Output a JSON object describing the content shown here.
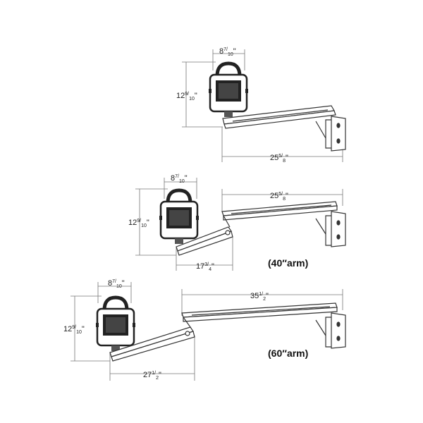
{
  "figures": [
    {
      "width": {
        "whole": "8",
        "num": "7",
        "den": "10",
        "suffix": "\""
      },
      "height": {
        "whole": "12",
        "num": "9",
        "den": "10",
        "suffix": "\""
      },
      "arm_top": {
        "whole": "25",
        "num": "5",
        "den": "8",
        "suffix": "\""
      }
    },
    {
      "width": {
        "whole": "8",
        "num": "7",
        "den": "10",
        "suffix": "\""
      },
      "height": {
        "whole": "12",
        "num": "9",
        "den": "10",
        "suffix": "\""
      },
      "arm_top": {
        "whole": "25",
        "num": "5",
        "den": "8",
        "suffix": "\""
      },
      "arm_bottom": {
        "whole": "17",
        "num": "3",
        "den": "4",
        "suffix": "\""
      },
      "label": "(40″arm)"
    },
    {
      "width": {
        "whole": "8",
        "num": "7",
        "den": "10",
        "suffix": "\""
      },
      "height": {
        "whole": "12",
        "num": "9",
        "den": "10",
        "suffix": "\""
      },
      "arm_top": {
        "whole": "35",
        "num": "1",
        "den": "2",
        "suffix": "\""
      },
      "arm_bottom": {
        "whole": "27",
        "num": "1",
        "den": "2",
        "suffix": "\""
      },
      "label": "(60″arm)"
    }
  ]
}
